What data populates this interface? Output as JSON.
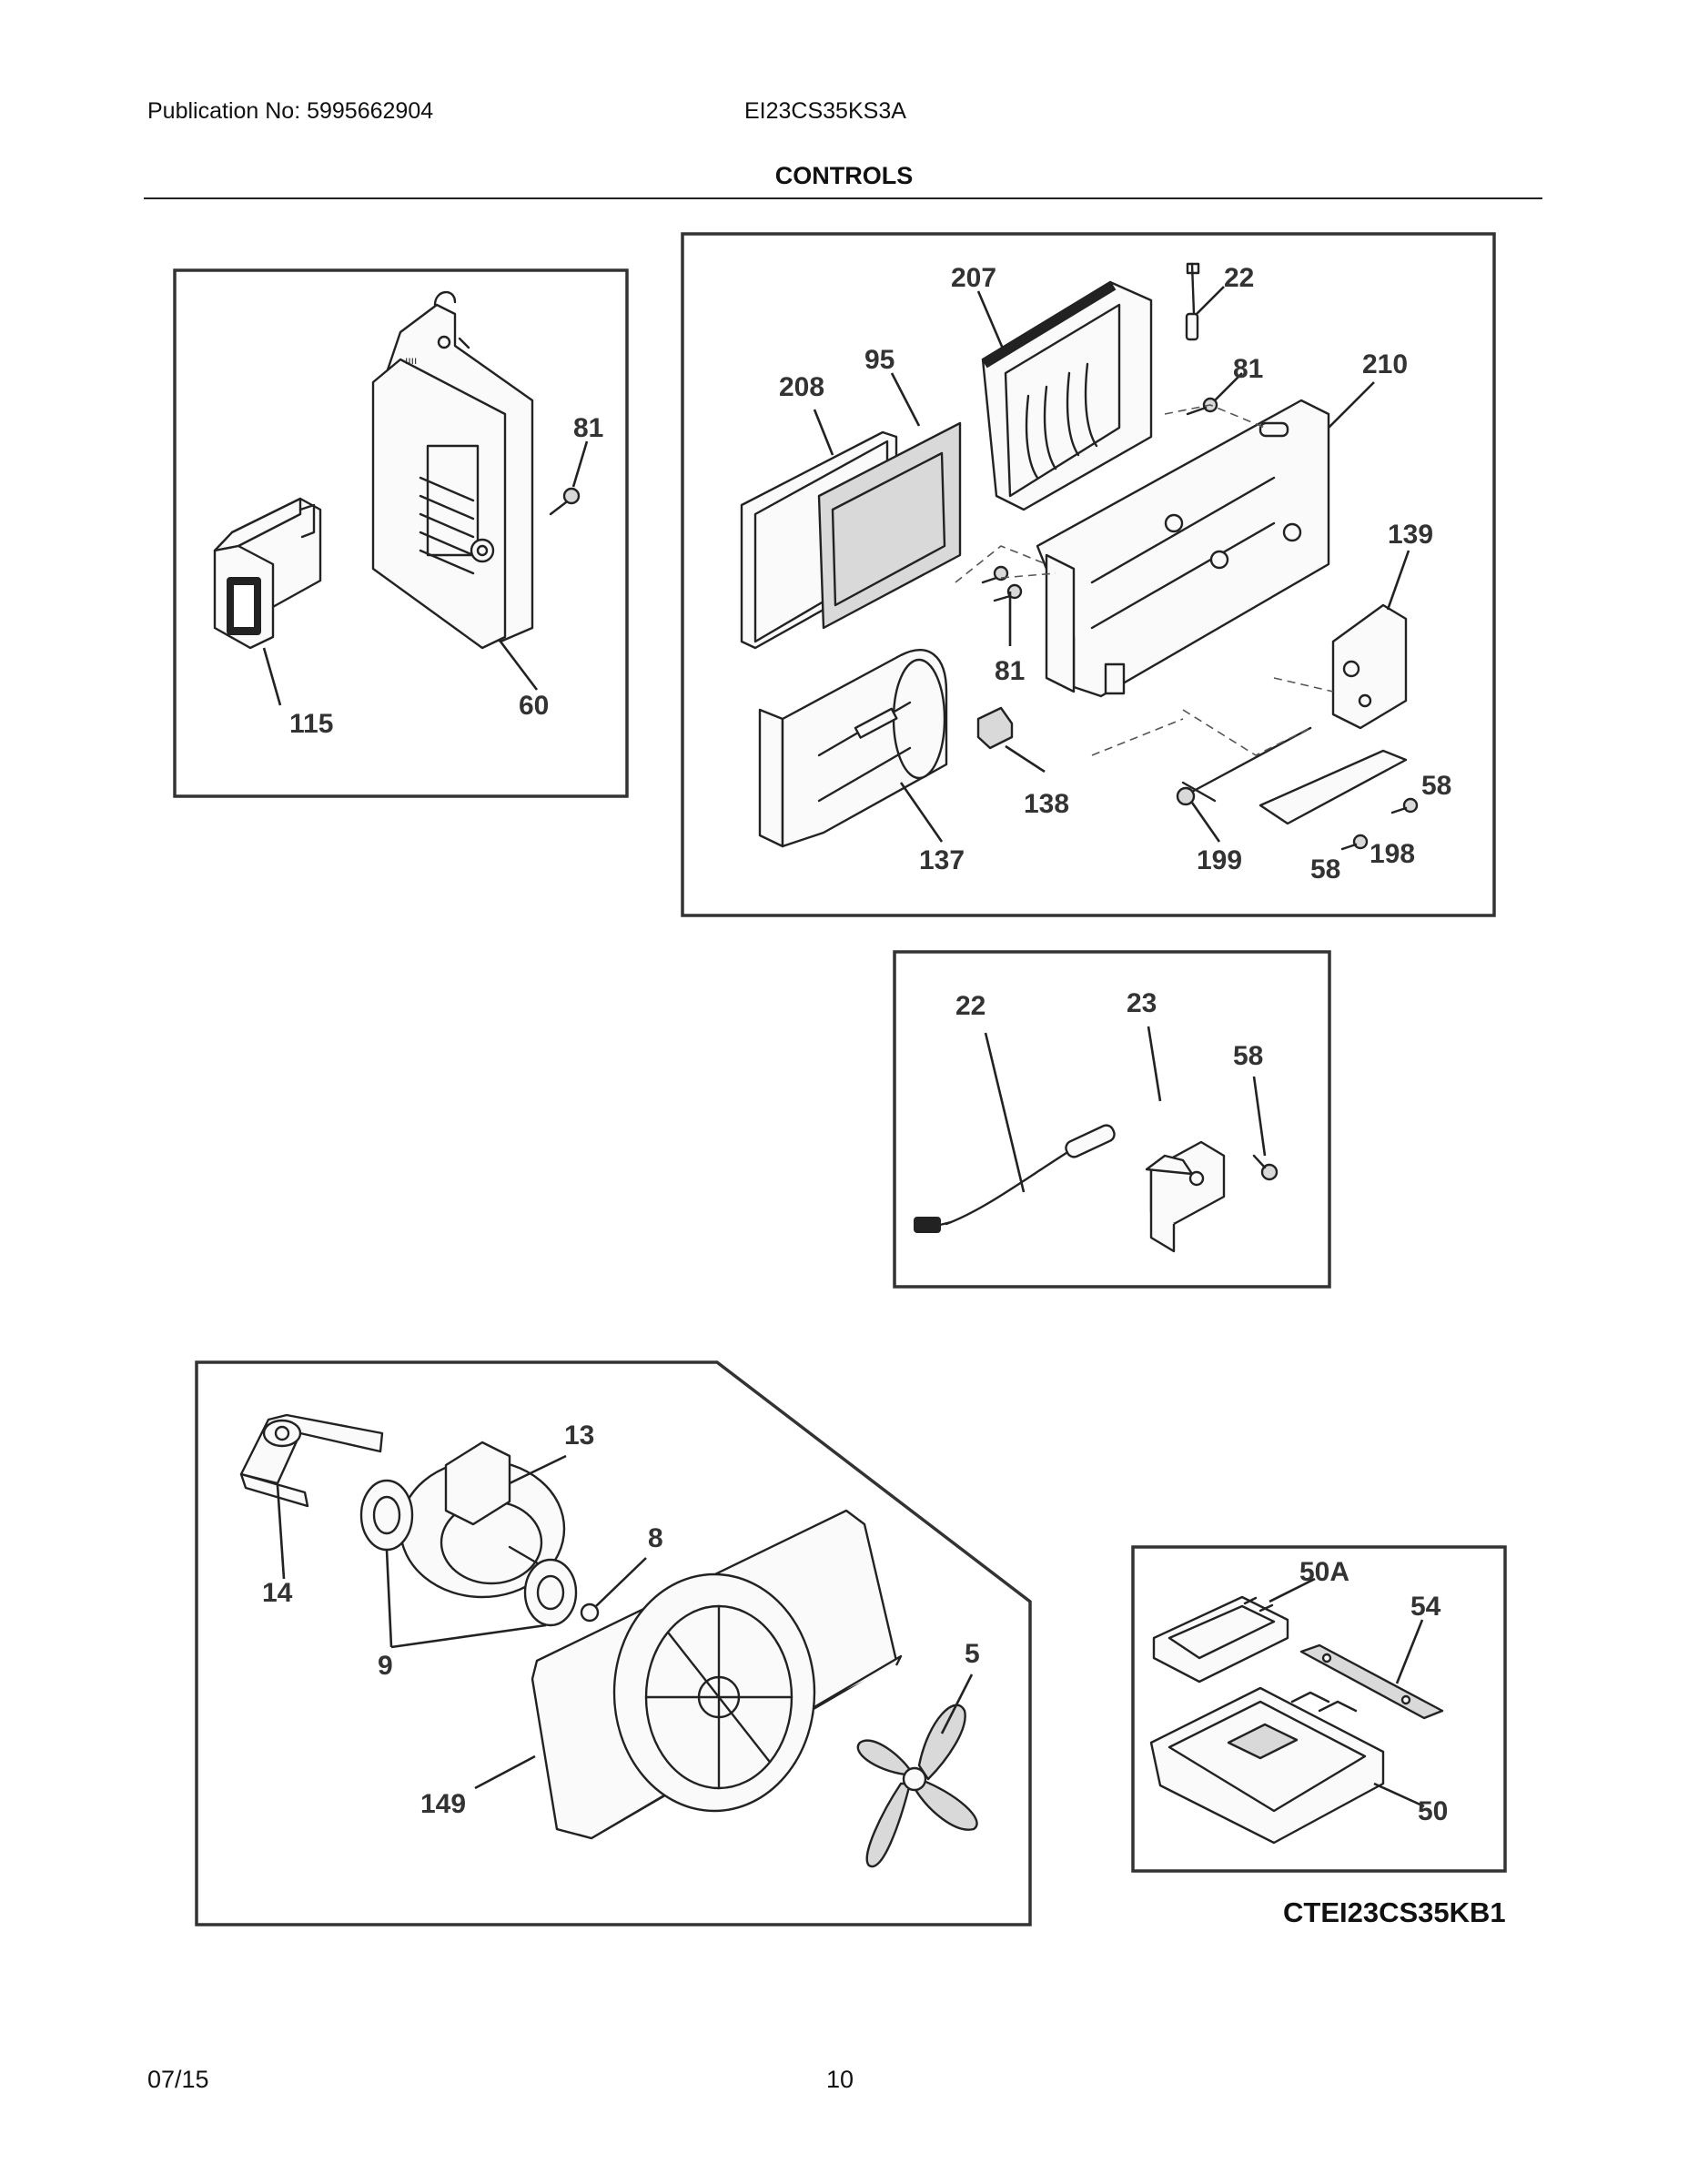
{
  "header": {
    "publication": "Publication No: 5995662904",
    "model": "EI23CS35KS3A",
    "section_title": "CONTROLS"
  },
  "diagram_code": "CTEI23CS35KB1",
  "footer": {
    "date": "07/15",
    "page": "10"
  },
  "panels": {
    "upper_left": {
      "labels": [
        "81",
        "115",
        "60"
      ]
    },
    "upper_right": {
      "labels": [
        "207",
        "22",
        "208",
        "95",
        "81",
        "210",
        "139",
        "81",
        "138",
        "137",
        "58",
        "199",
        "198",
        "58"
      ]
    },
    "middle": {
      "labels": [
        "22",
        "23",
        "58"
      ]
    },
    "lower_left": {
      "labels": [
        "13",
        "14",
        "8",
        "9",
        "5",
        "149"
      ]
    },
    "lower_right": {
      "labels": [
        "50A",
        "54",
        "50"
      ]
    }
  }
}
